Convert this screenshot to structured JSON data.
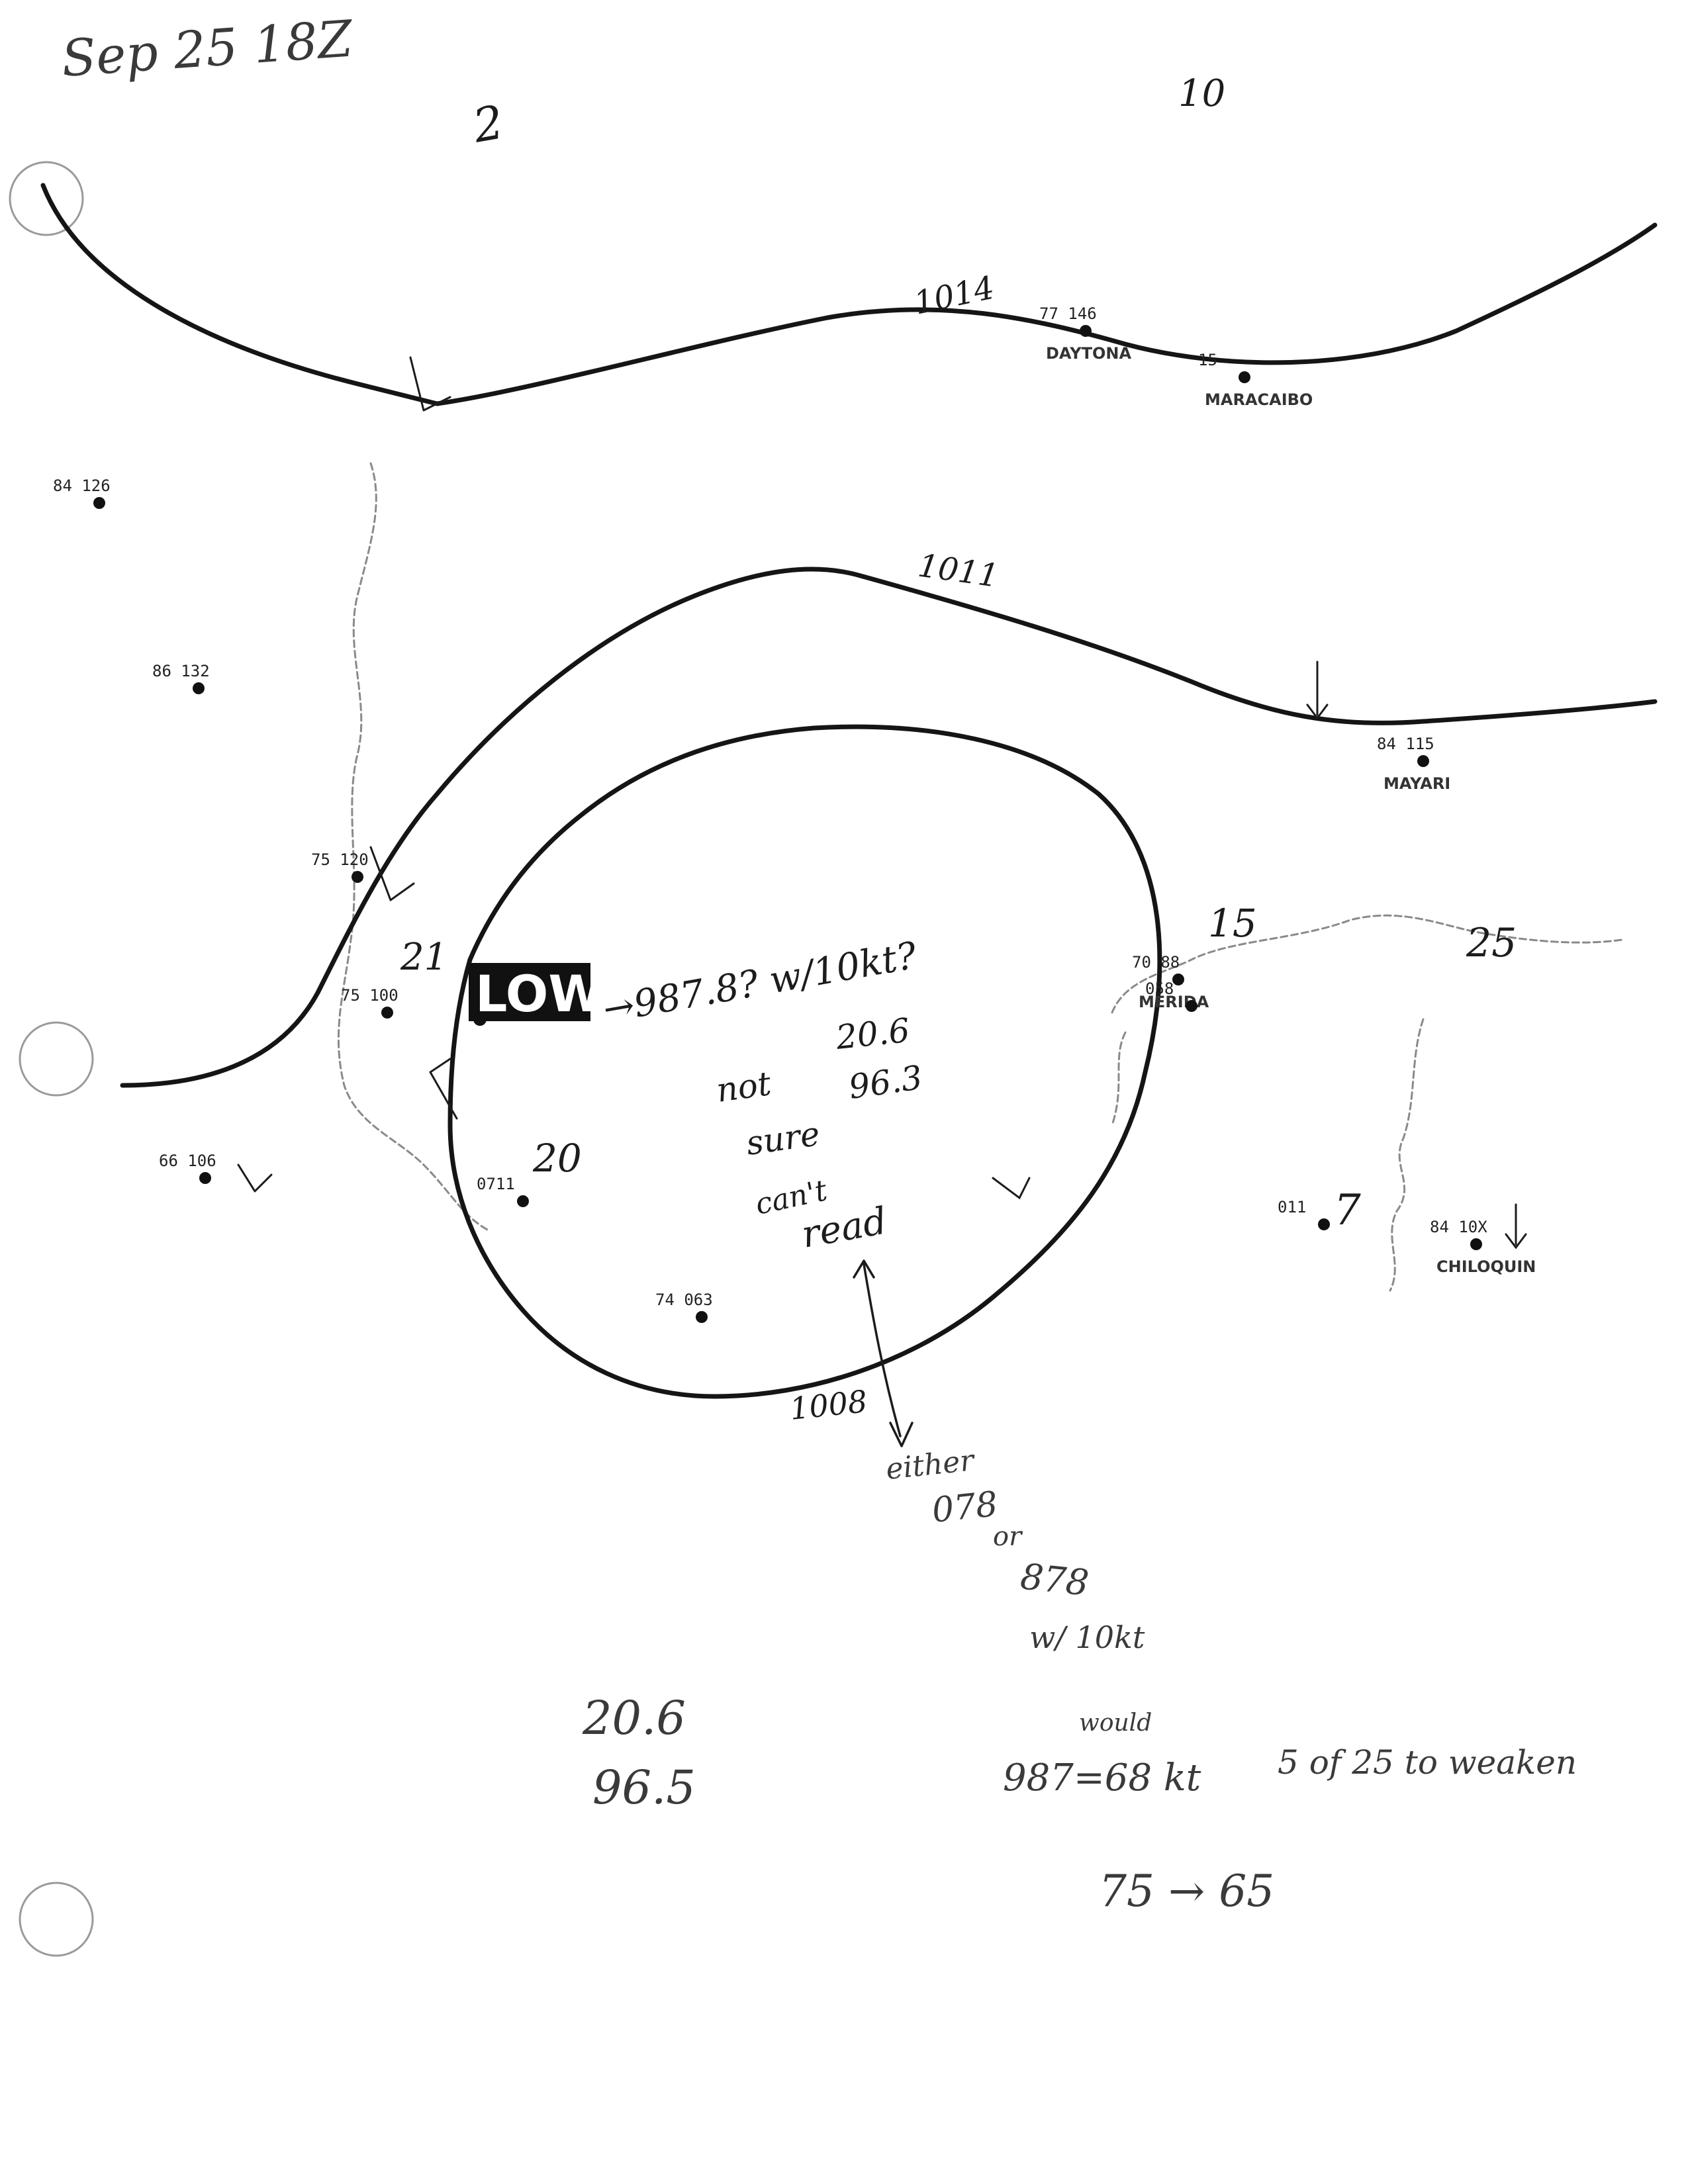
{
  "header": {
    "date_label": "Sep 25 18Z"
  },
  "isobars": [
    {
      "id": "isobar-1014",
      "label": "1014"
    },
    {
      "id": "isobar-1011",
      "label": "1011"
    },
    {
      "id": "isobar-1008",
      "label": "1008"
    }
  ],
  "low_center": {
    "label": "LOW",
    "pressure_note": "→987.8? w/10kt?",
    "position_note_line1": "not",
    "position_note_line2": "sure",
    "position_lat": "20.6",
    "position_lon": "96.3",
    "cant_read_line1": "can't",
    "cant_read_line2": "read"
  },
  "reading_alternatives": {
    "line1": "either",
    "line2": "078",
    "line3": "or",
    "line4": "878",
    "line5": "w/ 10kt"
  },
  "analysis_position": {
    "lat": "20.6",
    "lon": "96.5"
  },
  "wind_estimate": {
    "superscript": "would",
    "equation": "987=68 kt",
    "note": "5 of 25 to weaken"
  },
  "intensity_change": "75 → 65",
  "wind_barb_labels": {
    "nw": "2",
    "west": "21",
    "southwest": "20",
    "east_a": "15",
    "east_b": "25",
    "southeast": "7",
    "top_mid": "10"
  },
  "stations": [
    {
      "id": "station-daytona",
      "place": "DAYTONA",
      "values": "77 146"
    },
    {
      "id": "station-maracaibo",
      "place": "MARACAIBO",
      "values": "15"
    },
    {
      "id": "station-mayari",
      "place": "MAYARI",
      "values": "84 115"
    },
    {
      "id": "station-merida",
      "place": "MERIDA",
      "values": "70 88"
    },
    {
      "id": "station-chiloquin",
      "place": "CHILOQUIN",
      "values": "84 10X"
    },
    {
      "id": "station-w1",
      "place": "",
      "values": "84 126"
    },
    {
      "id": "station-w2",
      "place": "",
      "values": "86 132"
    },
    {
      "id": "station-w3",
      "place": "",
      "values": "75 120"
    },
    {
      "id": "station-w4",
      "place": "",
      "values": "75 100"
    },
    {
      "id": "station-w5",
      "place": "",
      "values": "66 106"
    },
    {
      "id": "station-s1",
      "place": "",
      "values": "74 063"
    },
    {
      "id": "station-s2",
      "place": "",
      "values": "0711"
    },
    {
      "id": "station-e1",
      "place": "",
      "values": "058"
    },
    {
      "id": "station-e2",
      "place": "",
      "values": "011"
    }
  ],
  "colors": {
    "ink": "#151515",
    "paper": "#ffffff",
    "faint": "#8a8a8a"
  }
}
